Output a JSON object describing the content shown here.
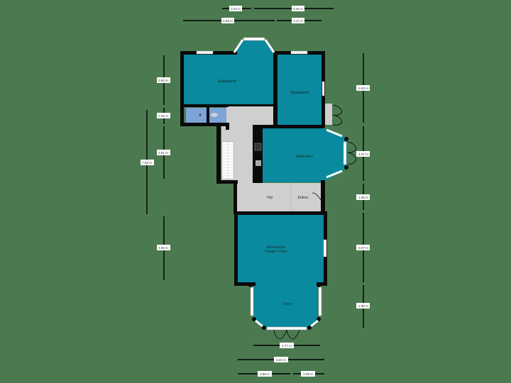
{
  "colors": {
    "background": "#4c7a50",
    "room": "#0a8a9e",
    "hall": "#cfcfcf",
    "bathroom": "#7ea4d8",
    "wall": "#0a0a0a",
    "window": "#ffffff",
    "dimension_line": "#000000"
  },
  "rooms": [
    {
      "id": "slaapkamer-1",
      "label": "Slaapkamer"
    },
    {
      "id": "slaapkamer-2",
      "label": "Slaapkamer"
    },
    {
      "id": "eetkeuken",
      "label": "Eetkeuken"
    },
    {
      "id": "hal",
      "label": "Hal"
    },
    {
      "id": "entree",
      "label": "Entree"
    },
    {
      "id": "woonkamer",
      "label": "Woonkamer",
      "sublabel": "Hoogte 3.55m"
    },
    {
      "id": "serre",
      "label": "Serre"
    }
  ],
  "dimensions": {
    "top_row1": [
      "2.22 m",
      "5.46 m"
    ],
    "top_row2": [
      "6.68 m",
      "3.17 m"
    ],
    "left_inner": [
      "3.80 m",
      "1.02 m",
      "3.91 m",
      "4.55 m"
    ],
    "left_outer": [
      "7.59 m"
    ],
    "right": [
      "5.00 m",
      "4.07 m",
      "1.96 m",
      "5.07 m",
      "2.90 m"
    ],
    "bottom_row1": [
      "4.77 m"
    ],
    "bottom_row2": [
      "6.22 m"
    ],
    "bottom_row3": [
      "3.88 m",
      "2.09 m"
    ]
  }
}
